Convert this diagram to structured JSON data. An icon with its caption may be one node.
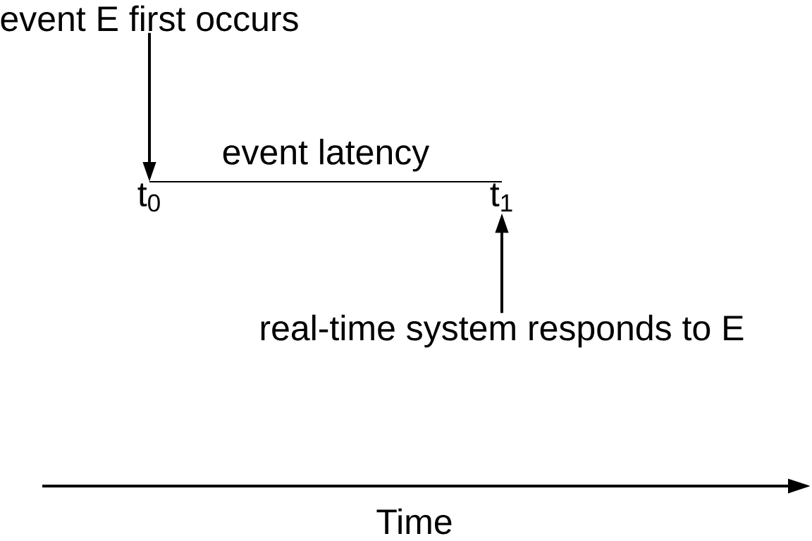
{
  "diagram": {
    "nodes": [
      {
        "text": [
          "event E first occurs"
        ]
      },
      {
        "text": [
          "t$_{0}$"
        ]
      },
      {
        "text": [
          "t$_{1}$"
        ]
      },
      {
        "text": [
          "real-time system responds to E"
        ]
      }
    ],
    "edges": [
      {
        "from": 0,
        "to": 1,
        "arrow": "to"
      },
      {
        "from": 1,
        "to": 2,
        "arrow": "none",
        "label": "event latency"
      },
      {
        "from": 3,
        "to": 2,
        "arrow": "to"
      }
    ],
    "labels": [
      "Time"
    ]
  }
}
